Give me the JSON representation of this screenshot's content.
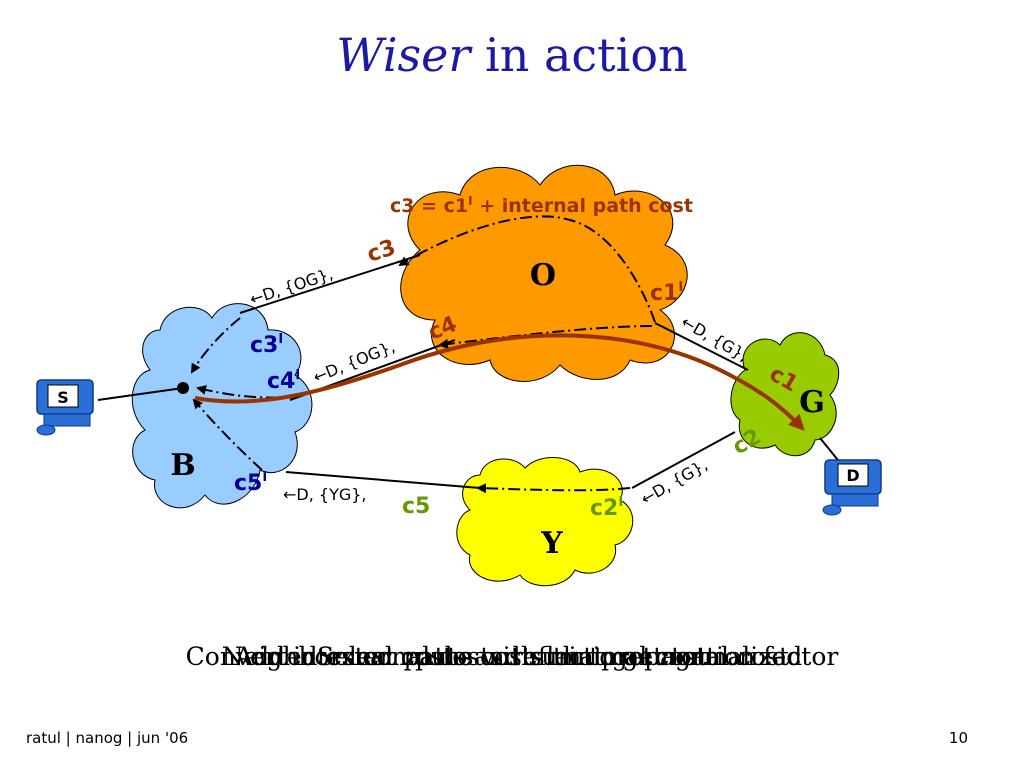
{
  "title": {
    "italic": "Wiser",
    "rest": " in action"
  },
  "diagram": {
    "nodes": {
      "O": "O",
      "G": "G",
      "Y": "Y",
      "B": "B"
    },
    "hosts": {
      "S": "S",
      "D": "D"
    },
    "formula": {
      "prefix": "c3 = c1",
      "sup": "I",
      "suffix": " + internal path cost"
    },
    "costs": {
      "c3": "c3",
      "c4": "c4",
      "c5": "c5",
      "c1": "c1",
      "c2": "c2",
      "c3i": "c3",
      "c4i": "c4",
      "c5i": "c5",
      "c1i": "c1",
      "c2i": "c2",
      "sup": "I"
    },
    "ads": {
      "ad_og_top": "D, {OG},",
      "ad_og_mid": "D, {OG},",
      "ad_yg": "D, {YG},",
      "ad_g_o": "D, {G},",
      "ad_g_y": "D, {G},"
    },
    "colors": {
      "cloud_O": "#ff9900",
      "cloud_G": "#99cc00",
      "cloud_Y": "#ffff00",
      "cloud_B": "#99ccff",
      "cost_brown": "#993300",
      "cost_blue": "#000099",
      "cost_green": "#669900",
      "path": "#993300"
    }
  },
  "captions": [
    "Converted external costs reflect propagation factor",
    "Select paths with minimal cost",
    "Add internal costs and sum to get total cost",
    "Neighbors compute costs that get normalized"
  ],
  "footer": {
    "left": "ratul | nanog | jun '06",
    "page": "10"
  }
}
